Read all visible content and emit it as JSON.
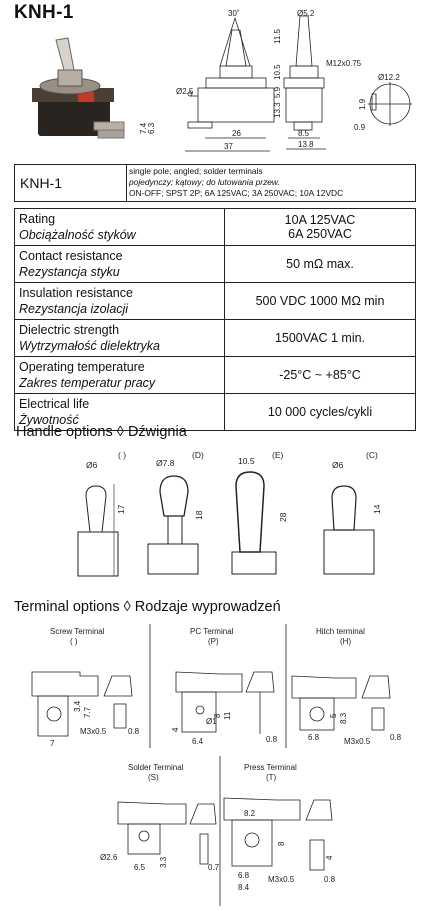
{
  "title": "KNH-1",
  "drawing_dims": [
    "30˚",
    "Ø5.2",
    "11.5",
    "M12x0.75",
    "10.5",
    "5.9",
    "13.3",
    "Ø2.5",
    "7.4",
    "6.3",
    "26",
    "37",
    "8.5",
    "13.8",
    "Ø12.2",
    "1.9",
    "0.9"
  ],
  "description": {
    "code": "KNH-1",
    "line1": "single pole; angled; solder terminals",
    "line2": "pojedynczy; kątowy; do lutowania przew.",
    "line3": "ON-OFF; SPST 2P; 6A 125VAC; 3A 250VAC; 10A 12VDC"
  },
  "specs": [
    {
      "en": "Rating",
      "pl": "Obciążalność styków",
      "value1": "10A 125VAC",
      "value2": "6A 250VAC"
    },
    {
      "en": "Contact resistance",
      "pl": "Rezystancja styku",
      "value1": "50 mΩ max.",
      "value2": ""
    },
    {
      "en": "Insulation resistance",
      "pl": "Rezystancja izolacji",
      "value1": "500 VDC 1000 MΩ min",
      "value2": ""
    },
    {
      "en": "Dielectric strength",
      "pl": "Wytrzymałość dielektryka",
      "value1": "1500VAC 1 min.",
      "value2": ""
    },
    {
      "en": "Operating temperature",
      "pl": "Zakres temperatur pracy",
      "value1": "-25°C ~ +85°C",
      "value2": ""
    },
    {
      "en": "Electrical life",
      "pl": "Żywotność",
      "value1": "10 000 cycles/cykli",
      "value2": ""
    }
  ],
  "handle_section": {
    "title": "Handle options ◊ Dźwignia",
    "options": [
      {
        "code": "( )",
        "diameter": "Ø6",
        "height": "17"
      },
      {
        "code": "(D)",
        "diameter": "Ø7.8",
        "height": "18"
      },
      {
        "code": "(E)",
        "diameter": "10.5",
        "height": "28"
      },
      {
        "code": "(C)",
        "diameter": "Ø6",
        "height": "14"
      }
    ]
  },
  "terminal_section": {
    "title": "Terminal options ◊ Rodzaje wyprowadzeń",
    "options": [
      {
        "name": "Screw Terminal",
        "code": "( )",
        "dims": [
          "3.4",
          "7.7",
          "7",
          "M3x0.5",
          "0.8"
        ]
      },
      {
        "name": "PC Terminal",
        "code": "(P)",
        "dims": [
          "4",
          "8",
          "11",
          "6.4",
          "Ø1",
          "0.8"
        ]
      },
      {
        "name": "Hitch terminal",
        "code": "(H)",
        "dims": [
          "5",
          "8.3",
          "6.8",
          "M3x0.5",
          "0.8"
        ]
      },
      {
        "name": "Solder Terminal",
        "code": "(S)",
        "dims": [
          "Ø2.6",
          "6.5",
          "3.3",
          "0.7"
        ]
      },
      {
        "name": "Press Terminal",
        "code": "(T)",
        "dims": [
          "8.2",
          "8",
          "6.8",
          "8.4",
          "M3x0.5",
          "0.8",
          "4"
        ]
      }
    ]
  }
}
